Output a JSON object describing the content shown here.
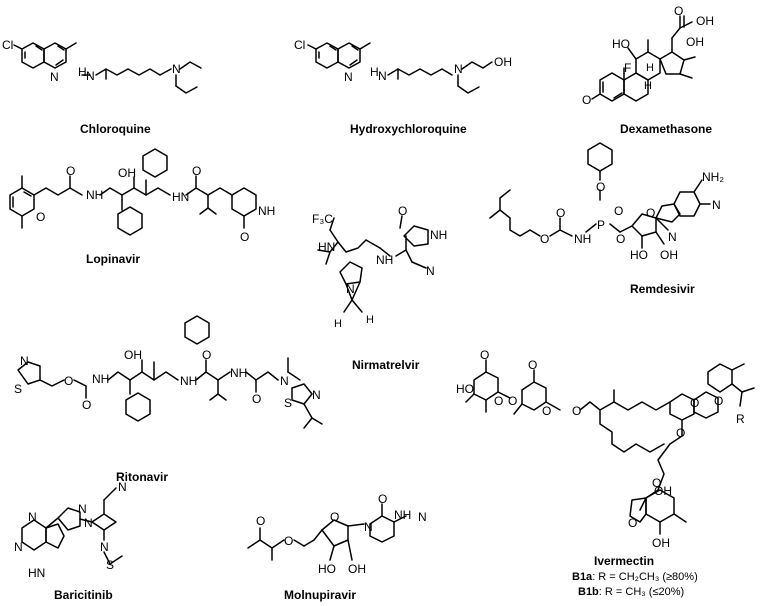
{
  "compounds": [
    {
      "name": "Chloroquine"
    },
    {
      "name": "Hydroxychloroquine"
    },
    {
      "name": "Dexamethasone"
    },
    {
      "name": "Lopinavir"
    },
    {
      "name": "Nirmatrelvir"
    },
    {
      "name": "Remdesivir"
    },
    {
      "name": "Ritonavir"
    },
    {
      "name": "Ivermectin"
    },
    {
      "name": "Baricitinib"
    },
    {
      "name": "Molnupiravir"
    }
  ],
  "ivermectin_variants": [
    {
      "id": "B1a",
      "rest": ": R = CH₂CH₃ (≥80%)"
    },
    {
      "id": "B1b",
      "rest": ": R = CH₃ (≤20%)"
    }
  ],
  "atoms": {
    "cl": "Cl",
    "n": "N",
    "nh": "NH",
    "h": "H",
    "o": "O",
    "oh": "OH",
    "ho": "HO",
    "f": "F",
    "s": "S",
    "p": "P",
    "r": "R",
    "cf3": "F₃C",
    "nh2": "NH₂",
    "hn": "HN",
    "ohn": "N"
  }
}
